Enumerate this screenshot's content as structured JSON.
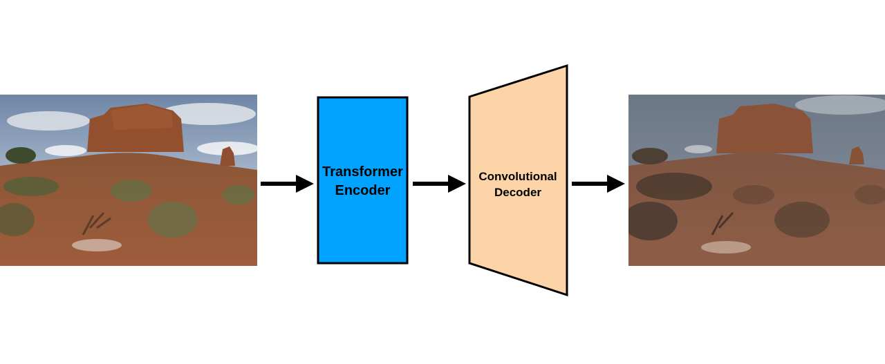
{
  "nodes": {
    "encoder": {
      "line1": "Transformer",
      "line2": "Encoder",
      "fill": "#00a3ff",
      "stroke": "#000000"
    },
    "decoder": {
      "line1": "Convolutional",
      "line2": "Decoder",
      "fill": "#fcd4a7",
      "stroke": "#000000"
    }
  },
  "input_image": {
    "subject": "desert butte landscape photo",
    "sky": "#7f93b0",
    "ground": "#9c5a3a"
  },
  "output_image": {
    "subject": "desert butte landscape, reconstructed (smoothed)",
    "sky": "#6f7b8c",
    "ground": "#8d5b44"
  },
  "arrows": [
    {
      "from": "input-image",
      "to": "encoder"
    },
    {
      "from": "encoder",
      "to": "decoder"
    },
    {
      "from": "decoder",
      "to": "output-image"
    }
  ],
  "colors": {
    "arrow": "#000000",
    "background": "#ffffff"
  }
}
